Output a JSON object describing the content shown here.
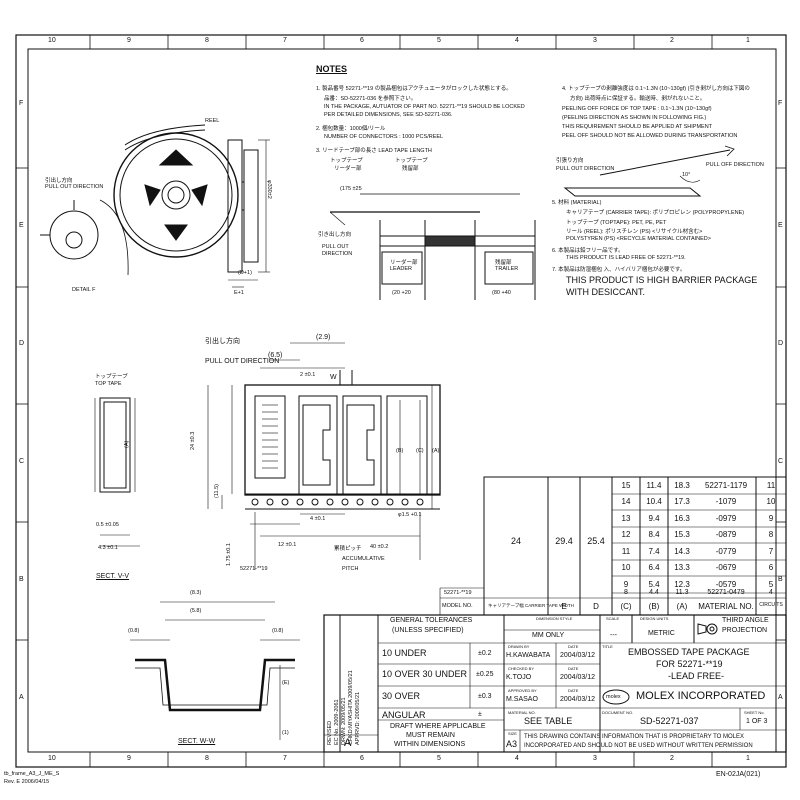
{
  "frame": {
    "top_cols": [
      "10",
      "9",
      "8",
      "7",
      "6",
      "5",
      "4",
      "3",
      "2",
      "1"
    ],
    "bottom_cols": [
      "10",
      "9",
      "8",
      "7",
      "6",
      "5",
      "4",
      "3",
      "2",
      "1"
    ],
    "rows": [
      "F",
      "E",
      "D",
      "C",
      "B",
      "A"
    ]
  },
  "notes": {
    "title": "NOTES",
    "n1_line1": "1. 製品番号 52271-**19 の製品梱包はアクチュエータがロックした状態とする。",
    "n1_line2": "品番：SD-52271-036 を参照下さい。",
    "n1_line3": "IN THE PACKAGE, AUTUATOR OF PART NO. 52271-**19 SHOULD BE LOCKED",
    "n1_line4": "PER DETAILED DIMENSIONS, SEE SD-52271-036.",
    "n2_line1": "2. 梱包数量：1000個/リール",
    "n2_line2": "NUMBER OF CONNECTORS : 1000 PCS/REEL",
    "n3_line1": "3. リードテープ部の長さ LEAD TAPE LENGTH",
    "n4_line1": "4. トップテープの剥離強度は 0.1~1.3N (10~130gf) (引き剥がし方向は下図の",
    "n4_line2": "方向) 出荷時点に保証する。輸送時、剥がれないこと。",
    "n4_line3": "PEELING OFF FORCE OF TOP TAPE : 0.1~1.3N (10~130gf)",
    "n4_line4": "(PEELING DIRECTION AS SHOWN IN FOLLOWING FIG.)",
    "n4_line5": "THIS REQUIREMENT SHOULD BE APPLIED AT SHIPMENT",
    "n4_line6": "PEEL OFF SHOULD NOT BE ALLOWED DURING TRANSPORTATION",
    "n5_line1": "5. 材料 (MATERIAL)",
    "n5_line2": "キャリアテープ (CARRIER TAPE): ポリプロピレン (POLYPROPYLENE)",
    "n5_line3": "トップテープ (TOPTAPE): PET, PE, PET",
    "n5_line4": "リール (REEL): ポリスチレン (PS) <リサイクル材含む>",
    "n5_line5": "POLYSTYREN (PS) <RECYCLE MATERIAL CONTAINED>",
    "n6_line1": "6. 本製品は鉛フリー品です。",
    "n6_line2": "THIS PRODUCT IS LEAD FREE OF 52271-**19.",
    "n7_line1": "7. 本製品は防湿梱包 入、ハイバリア梱包が必要です。",
    "n7_line2": "THIS PRODUCT IS HIGH BARRIER PACKAGE",
    "n7_line3": "WITH DESICCANT."
  },
  "labels": {
    "reel": "REEL",
    "pull_out_jp": "引出し方向",
    "pull_out_en": "PULL OUT DIRECTION",
    "detail_f": "DETAIL F",
    "dim_330": "φ330±2",
    "dim_d1": "(D+1)",
    "dim_e1": "E+1",
    "top_tape_jp": "トップテープ",
    "leader_jp": "リーダー部",
    "top_tape_trailer_jp": "トップテープ",
    "trailer_jp": "残留部",
    "lt_175": "(175 ±25",
    "lead_jp": "リーダー部",
    "trail_jp": "残留部",
    "leader_en": "LEADER",
    "trailer_en": "TRAILER",
    "dim_20": "(20 +20",
    "dim_80": "(80 +40",
    "pull_direction_jp": "引き出し方向",
    "pull_direction_en1": "PULL OUT",
    "pull_direction_en2": "DIRECTION",
    "peel_jp": "引張り方向",
    "pull_off_dir": "PULL OFF DIRECTION",
    "angle": "10°",
    "tape_feed": "PULL OUT DIRECTION",
    "dim_29": "(2.9)",
    "dim_65": "(6.5)",
    "w": "W",
    "dim_2": "2 ±0.1",
    "dim_24": "24 ±0.3",
    "dim_115": "(11.5)",
    "dim_175": "1.75 ±0.1",
    "dim_12": "12 ±0.1",
    "dim_4": "4 ±0.1",
    "dim_b": "(B)",
    "dim_c": "(C)",
    "dim_a_big": "(A)",
    "dim_phi": "φ1.5 +0.1",
    "cumulative_jp": "累積ピッチ",
    "pitch_40": "40 ±0.2",
    "accumulative_1": "ACCUMULATIVE",
    "accumulative_2": "PITCH",
    "part_52271": "52271-**19",
    "top_tape_jp2": "トップテープ",
    "top_tape_en": "TOP TAPE",
    "dim_a_v": "(A)",
    "dim_05": "0.5 ±0.05",
    "dim_43": "4.3 ±0.1",
    "sect_v": "SECT. V-V",
    "sect_w": "SECT. W-W",
    "dim_83": "(8.3)",
    "dim_58": "(5.8)",
    "dim_08a": "(0.8)",
    "dim_08b": "(0.8)",
    "dim_e_w": "(E)",
    "dim_1_w": "(1)"
  },
  "table": {
    "rows": [
      [
        "15",
        "11.4",
        "18.3",
        "52271-1179",
        "11"
      ],
      [
        "14",
        "10.4",
        "17.3",
        "-1079",
        "10"
      ],
      [
        "13",
        "9.4",
        "16.3",
        "-0979",
        "9"
      ],
      [
        "12",
        "8.4",
        "15.3",
        "-0879",
        "8"
      ],
      [
        "11",
        "7.4",
        "14.3",
        "-0779",
        "7"
      ],
      [
        "10",
        "6.4",
        "13.3",
        "-0679",
        "6"
      ],
      [
        "9",
        "5.4",
        "12.3",
        "-0579",
        "5"
      ],
      [
        "8",
        "4.4",
        "11.3",
        "52271-0479",
        "4"
      ]
    ],
    "common_24": "24",
    "common_294": "29.4",
    "common_254": "25.4",
    "header_small_part": "52271-**19",
    "header_model": "MODEL NO.",
    "header_carrier": "キャリアテープ幅 CARRIER TAPE WIDTH",
    "header_e": "E",
    "header_d": "D",
    "header_c": "(C)",
    "header_b": "(B)",
    "header_a": "(A)",
    "header_material": "MATERIAL NO.",
    "header_circuits": "CIRCUITS"
  },
  "title_block": {
    "revised": "REVISED",
    "ec_no": "EC No. 2009-2061",
    "drwn": "DRWN: 2009/05/21",
    "chkd": "CHKD:MIYASHITA 2009/05/21",
    "apprvd": "APPRVD: 2009/05/21",
    "rev_letter": "A",
    "gen_tol_1": "GENERAL TOLERANCES",
    "gen_tol_2": "(UNLESS SPECIFIED)",
    "dim_style_label": "DIMENSION STYLE",
    "mm_only": "MM ONLY",
    "scale_label": "SCALE",
    "scale_val": "---",
    "design_units_label": "DESIGN UNITS",
    "metric": "METRIC",
    "third_angle_1": "THIRD ANGLE",
    "third_angle_2": "PROJECTION",
    "tol1": "10 UNDER",
    "tol1_val": "±0.2",
    "tol2": "10 OVER 30 UNDER",
    "tol2_val": "±0.25",
    "tol3": "30 OVER",
    "tol3_val": "±0.3",
    "angular": "ANGULAR",
    "angular_val": "±",
    "draft_1": "DRAFT WHERE APPLICABLE",
    "draft_2": "MUST REMAIN",
    "draft_3": "WITHIN DIMENSIONS",
    "drawn_by_label": "DRAWN BY",
    "date_label": "DATE",
    "drawn_by": "H.KAWABATA",
    "drawn_date": "2004/03/12",
    "checked_label": "CHECKED BY",
    "checked_by": "K.TOJO",
    "checked_date": "2004/03/12",
    "approved_label": "APPROVED BY",
    "approved_by": "M.SASAO",
    "approved_date": "2004/03/12",
    "material_label": "MATERIAL NO.",
    "see_table": "SEE TABLE",
    "title_label": "TITLE",
    "title_1": "EMBOSSED TAPE PACKAGE",
    "title_2": "FOR 52271-**19",
    "title_3": "-LEAD FREE-",
    "molex_logo": "molex",
    "company": "MOLEX INCORPORATED",
    "size_label": "SIZE",
    "size_val": "A3",
    "doc_label": "DOCUMENT NO.",
    "doc_no": "SD-52271-037",
    "sheet_label": "SHEET No.",
    "sheet": "1 OF 3",
    "proprietary_1": "THIS DRAWING CONTAINS INFORMATION THAT IS PROPRIETARY TO MOLEX",
    "proprietary_2": "INCORPORATED AND SHOULD NOT BE USED WITHOUT WRITTEN PERMISSION"
  },
  "footer": {
    "frame_name": "tb_frame_A3_J_ME_S",
    "frame_rev": "Rev. E 2006/04/15",
    "form_code": "EN-02JA(021)"
  }
}
